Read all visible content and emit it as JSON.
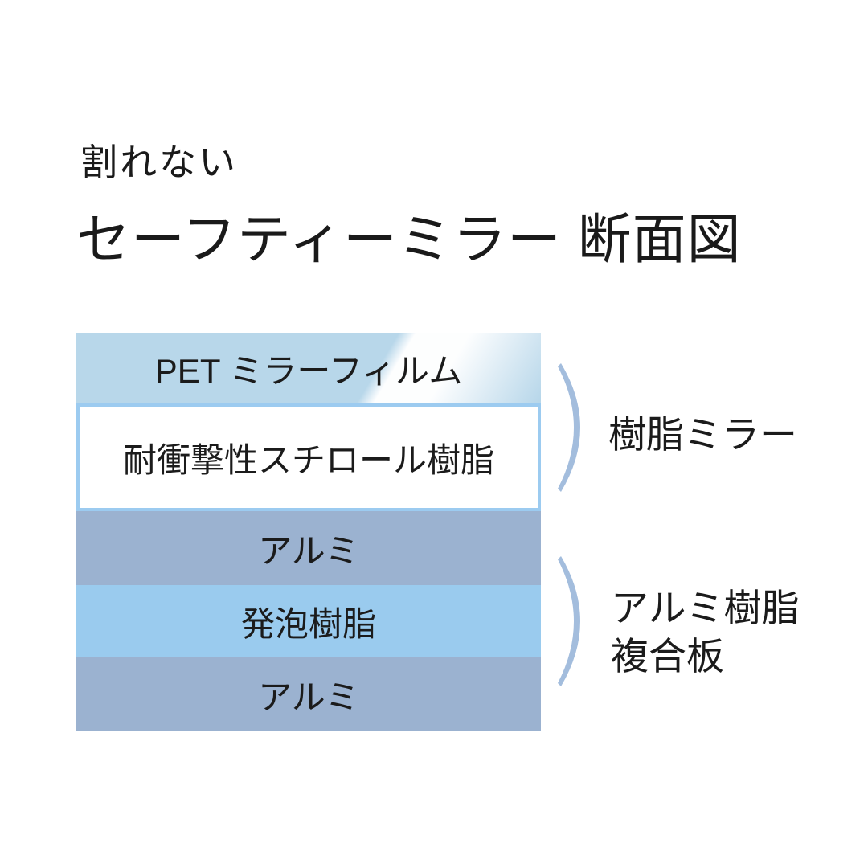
{
  "title": {
    "line1": "割れない",
    "line2": "セーフティーミラー 断面図"
  },
  "diagram": {
    "layers": [
      {
        "label": "PET ミラーフィルム",
        "color": "#b8d7ea"
      },
      {
        "label": "耐衝撃性スチロール樹脂",
        "color": "#ffffff",
        "border_color": "#9ccbf0"
      },
      {
        "label": "アルミ",
        "color": "#9bb2d0"
      },
      {
        "label": "発泡樹脂",
        "color": "#9acbee"
      },
      {
        "label": "アルミ",
        "color": "#9bb2d0"
      }
    ]
  },
  "annotations": [
    {
      "lines": [
        "樹脂ミラー"
      ]
    },
    {
      "lines": [
        "アルミ樹脂",
        "複合板"
      ]
    }
  ],
  "colors": {
    "background": "#ffffff",
    "bracket": "#a3bddd",
    "text": "#1b1b1b",
    "layer2_border": "#9ccbf0"
  }
}
